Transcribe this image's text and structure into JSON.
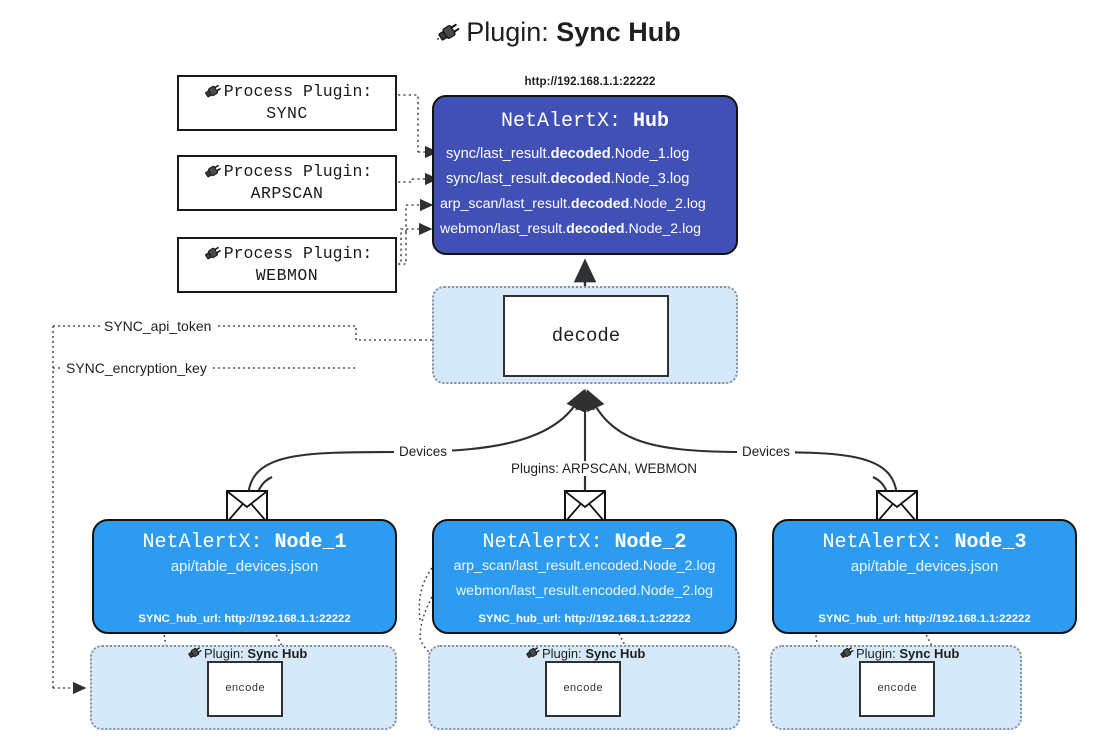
{
  "title": {
    "icon": "plug-icon",
    "prefix": "Plugin:",
    "name": "Sync Hub"
  },
  "process_plugins": [
    {
      "icon": "plug-icon",
      "line1": "Process Plugin:",
      "line2": "SYNC"
    },
    {
      "icon": "plug-icon",
      "line1": "Process Plugin:",
      "line2": "ARPSCAN"
    },
    {
      "icon": "plug-icon",
      "line1": "Process Plugin:",
      "line2": "WEBMON"
    }
  ],
  "hub": {
    "url": "http://192.168.1.1:22222",
    "app": "NetAlertX:",
    "name": "Hub",
    "logs": [
      {
        "pre": "sync/last_result.",
        "em": "decoded",
        "post": ".Node_1.log"
      },
      {
        "pre": "sync/last_result.",
        "em": "decoded",
        "post": ".Node_3.log"
      },
      {
        "pre": "arp_scan/last_result.",
        "em": "decoded",
        "post": ".Node_2.log"
      },
      {
        "pre": "webmon/last_result.",
        "em": "decoded",
        "post": ".Node_2.log"
      }
    ]
  },
  "decode": {
    "label": "decode"
  },
  "env_keys": [
    {
      "label": "SYNC_api_token"
    },
    {
      "label": "SYNC_encryption_key"
    }
  ],
  "edge_labels": {
    "left_devices": "Devices",
    "right_devices": "Devices",
    "center_plugins": "Plugins: ARPSCAN, WEBMON"
  },
  "nodes": [
    {
      "app": "NetAlertX:",
      "name": "Node_1",
      "lines": [
        "api/table_devices.json"
      ],
      "footer": "SYNC_hub_url: http://192.168.1.1:22222",
      "icon": "envelope-icon"
    },
    {
      "app": "NetAlertX:",
      "name": "Node_2",
      "lines": [
        "arp_scan/last_result.encoded.Node_2.log",
        "webmon/last_result.encoded.Node_2.log"
      ],
      "footer": "SYNC_hub_url: http://192.168.1.1:22222",
      "icon": "envelope-icon"
    },
    {
      "app": "NetAlertX:",
      "name": "Node_3",
      "lines": [
        "api/table_devices.json"
      ],
      "footer": "SYNC_hub_url: http://192.168.1.1:22222",
      "icon": "envelope-icon"
    }
  ],
  "encode_groups": [
    {
      "icon": "plug-icon",
      "prefix": "Plugin:",
      "name": "Sync Hub",
      "box": "encode"
    },
    {
      "icon": "plug-icon",
      "prefix": "Plugin:",
      "name": "Sync Hub",
      "box": "encode"
    },
    {
      "icon": "plug-icon",
      "prefix": "Plugin:",
      "name": "Sync Hub",
      "box": "encode"
    }
  ],
  "colors": {
    "hub_fill": "#4150b5",
    "node_fill": "#2d9cf0",
    "group_fill": "#d6e9fa",
    "stroke": "#121212",
    "dotted": "#8a9099"
  }
}
